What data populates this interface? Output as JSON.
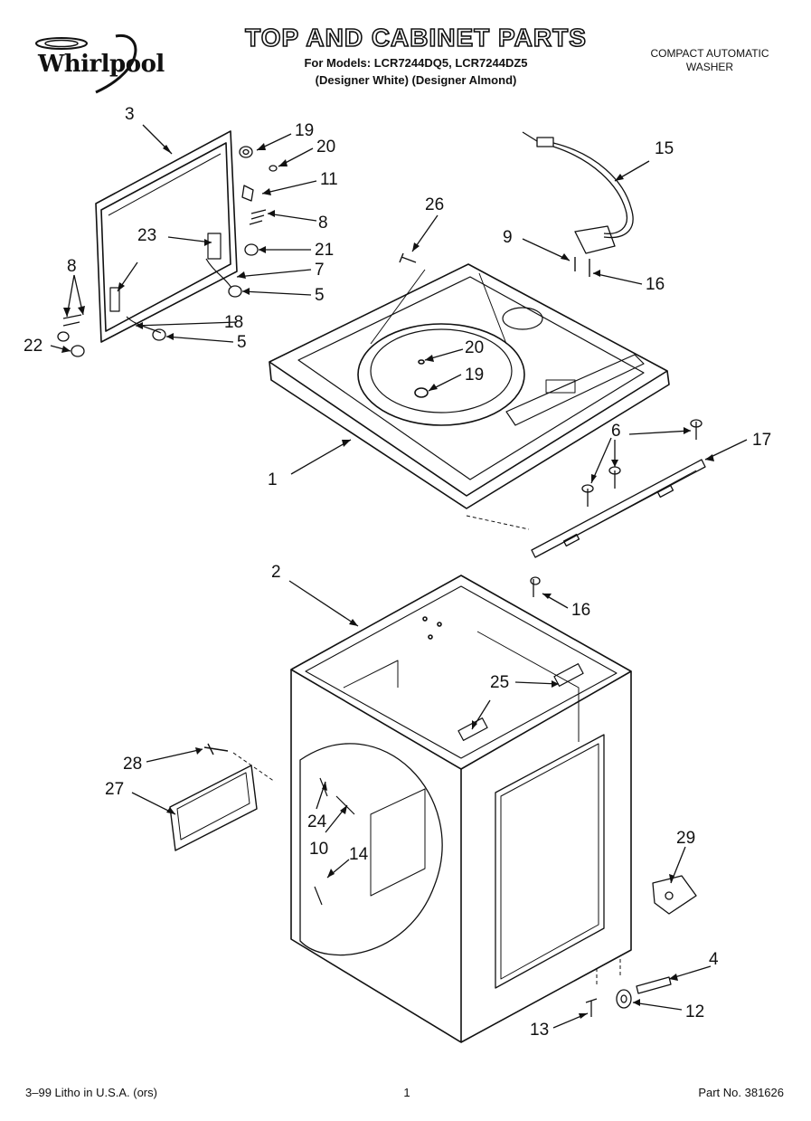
{
  "header": {
    "brand": "Whirlpool",
    "title": "TOP AND CABINET PARTS",
    "models_line": "For Models: LCR7244DQ5, LCR7244DZ5",
    "finish_line": "(Designer White)  (Designer Almond)",
    "machine_line1": "COMPACT AUTOMATIC",
    "machine_line2": "WASHER"
  },
  "callouts": {
    "c3": "3",
    "c19a": "19",
    "c20a": "20",
    "c11": "11",
    "c8a": "8",
    "c23": "23",
    "c21": "21",
    "c7": "7",
    "c5a": "5",
    "c8b": "8",
    "c18": "18",
    "c22": "22",
    "c5b": "5",
    "c15": "15",
    "c26": "26",
    "c9": "9",
    "c16a": "16",
    "c20b": "20",
    "c19b": "19",
    "c6": "6",
    "c17": "17",
    "c1": "1",
    "c16b": "16",
    "c2": "2",
    "c25": "25",
    "c28": "28",
    "c27": "27",
    "c24": "24",
    "c10": "10",
    "c14": "14",
    "c29": "29",
    "c4": "4",
    "c12": "12",
    "c13": "13"
  },
  "footer": {
    "print_info": "3–99 Litho in U.S.A. (ors)",
    "page_number": "1",
    "part_number": "Part No. 381626"
  },
  "colors": {
    "ink": "#111111",
    "paper": "#ffffff"
  }
}
